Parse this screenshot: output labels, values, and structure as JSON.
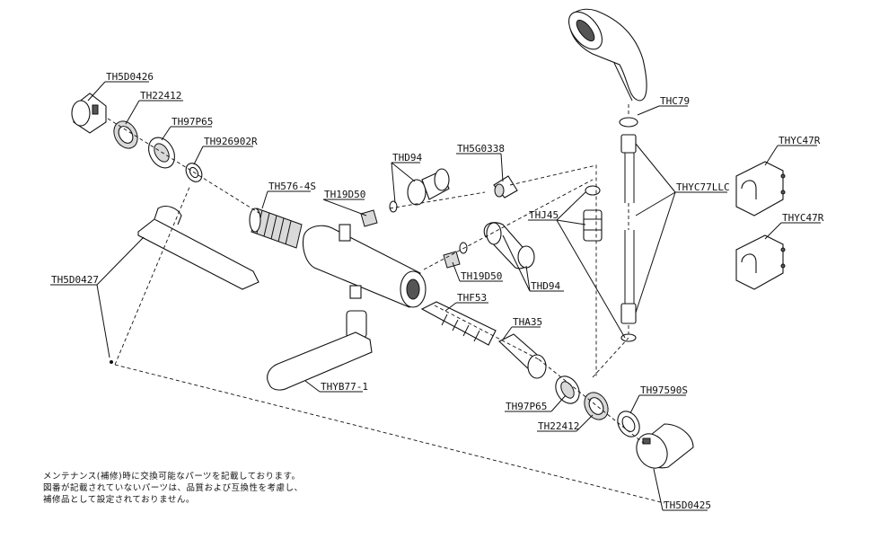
{
  "parts": {
    "th5d0426": "TH5D0426",
    "th22412_top": "TH22412",
    "th97p65_top": "TH97P65",
    "th926902r": "TH926902R",
    "th576_4s": "TH576-4S",
    "th19d50_top": "TH19D50",
    "thd94_top": "THD94",
    "th5g0338": "TH5G0338",
    "thc79": "THC79",
    "thyc77llc": "THYC77LLC",
    "thyc47r_top": "THYC47R",
    "thyc47r_bottom": "THYC47R",
    "thj45": "THJ45",
    "th19d50_mid": "TH19D50",
    "thd94_mid": "THD94",
    "thf53": "THF53",
    "tha35": "THA35",
    "th5d0427": "TH5D0427",
    "thyb77_1": "THYB77-1",
    "th97p65_bottom": "TH97P65",
    "th97590s": "TH97590S",
    "th22412_bottom": "TH22412",
    "th5d0425": "TH5D0425"
  },
  "note": {
    "line1": "メンテナンス(補修)時に交換可能なパーツを記載しております。",
    "line2": "図番が記載されていないパーツは、品質および互換性を考慮し、",
    "line3": "補修品として設定されておりません。"
  }
}
